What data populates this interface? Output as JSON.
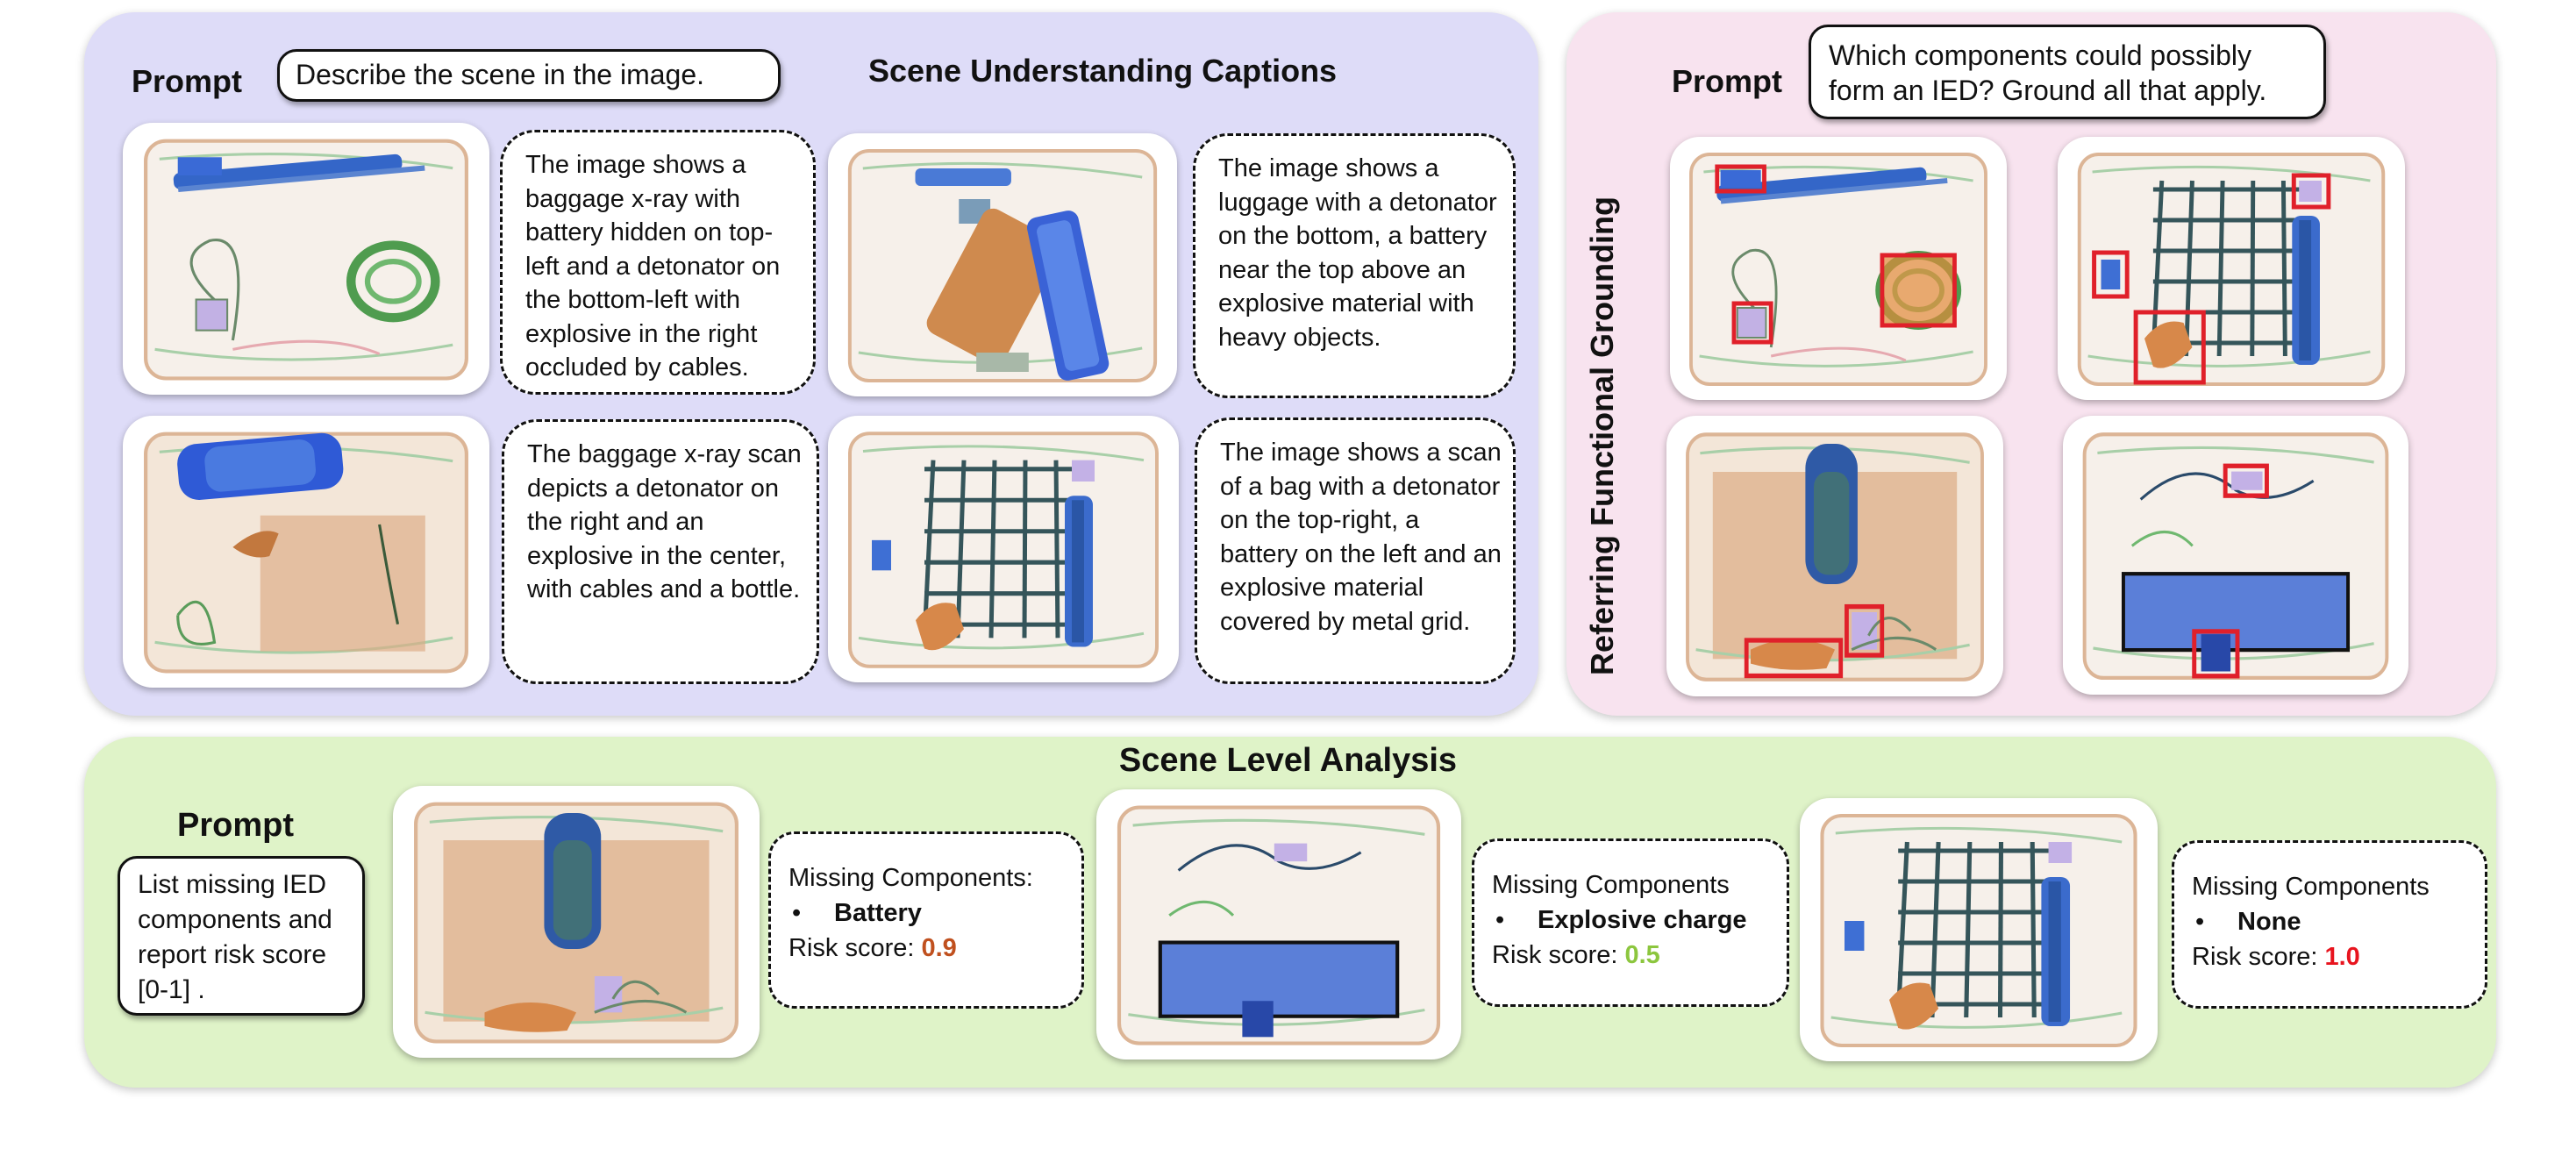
{
  "scene_understanding": {
    "prompt_label": "Prompt",
    "prompt_text": "Describe the scene in the image.",
    "title": "Scene Understanding Captions",
    "captions": [
      "The image shows a baggage x-ray with battery hidden on top-left and a detonator on the bottom-left with explosive in the right occluded by cables.",
      "The image shows a luggage with a detonator on the bottom, a battery near the top above an explosive material with heavy objects.",
      "The baggage x-ray scan depicts a detonator on the right and an explosive in the center, with cables and a bottle.",
      "The image shows a scan of a bag with a detonator on the top-right, a battery on the left and an explosive material covered by metal grid."
    ]
  },
  "grounding": {
    "prompt_label": "Prompt",
    "prompt_text": "Which components could possibly form an IED? Ground all that apply.",
    "title": "Referring Functional Grounding"
  },
  "scene_analysis": {
    "title": "Scene Level Analysis",
    "prompt_label": "Prompt",
    "prompt_text": "List missing IED components and report risk score [0-1] .",
    "results": [
      {
        "heading": "Missing Components:",
        "item": "Battery",
        "risk_label": "Risk score: ",
        "risk_value": "0.9",
        "risk_color": "#c0501e"
      },
      {
        "heading": "Missing Components",
        "item": "Explosive charge",
        "risk_label": "Risk score: ",
        "risk_value": "0.5",
        "risk_color": "#8cc63e"
      },
      {
        "heading": "Missing Components",
        "item": "None",
        "risk_label": "Risk score: ",
        "risk_value": "1.0",
        "risk_color": "#e8141e"
      }
    ],
    "bullet_char": "•"
  },
  "colors": {
    "scene_panel": "#dedcf8",
    "grounding_panel": "#f8e3ef",
    "analysis_panel": "#dff3c8",
    "grounding_box": "#e0202a"
  }
}
